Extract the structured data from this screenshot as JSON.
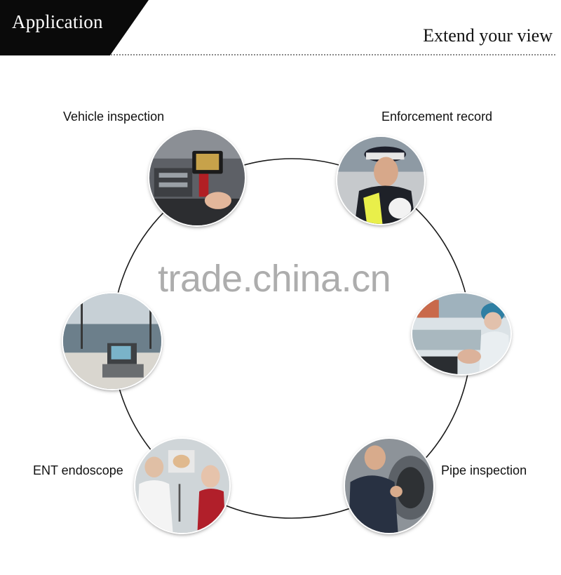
{
  "header": {
    "tab_label": "Application",
    "subtitle": "Extend your view"
  },
  "applications": [
    {
      "label": "Vehicle inspection"
    },
    {
      "label": "Enforcement record"
    },
    {
      "label": "ENT endoscope"
    },
    {
      "label": "Pipe inspection"
    }
  ],
  "watermark": "trade.china.cn",
  "colors": {
    "header_bg": "#0a0a0a",
    "header_text": "#ffffff",
    "ring_line": "#1a1a1a",
    "watermark": "#969696"
  }
}
